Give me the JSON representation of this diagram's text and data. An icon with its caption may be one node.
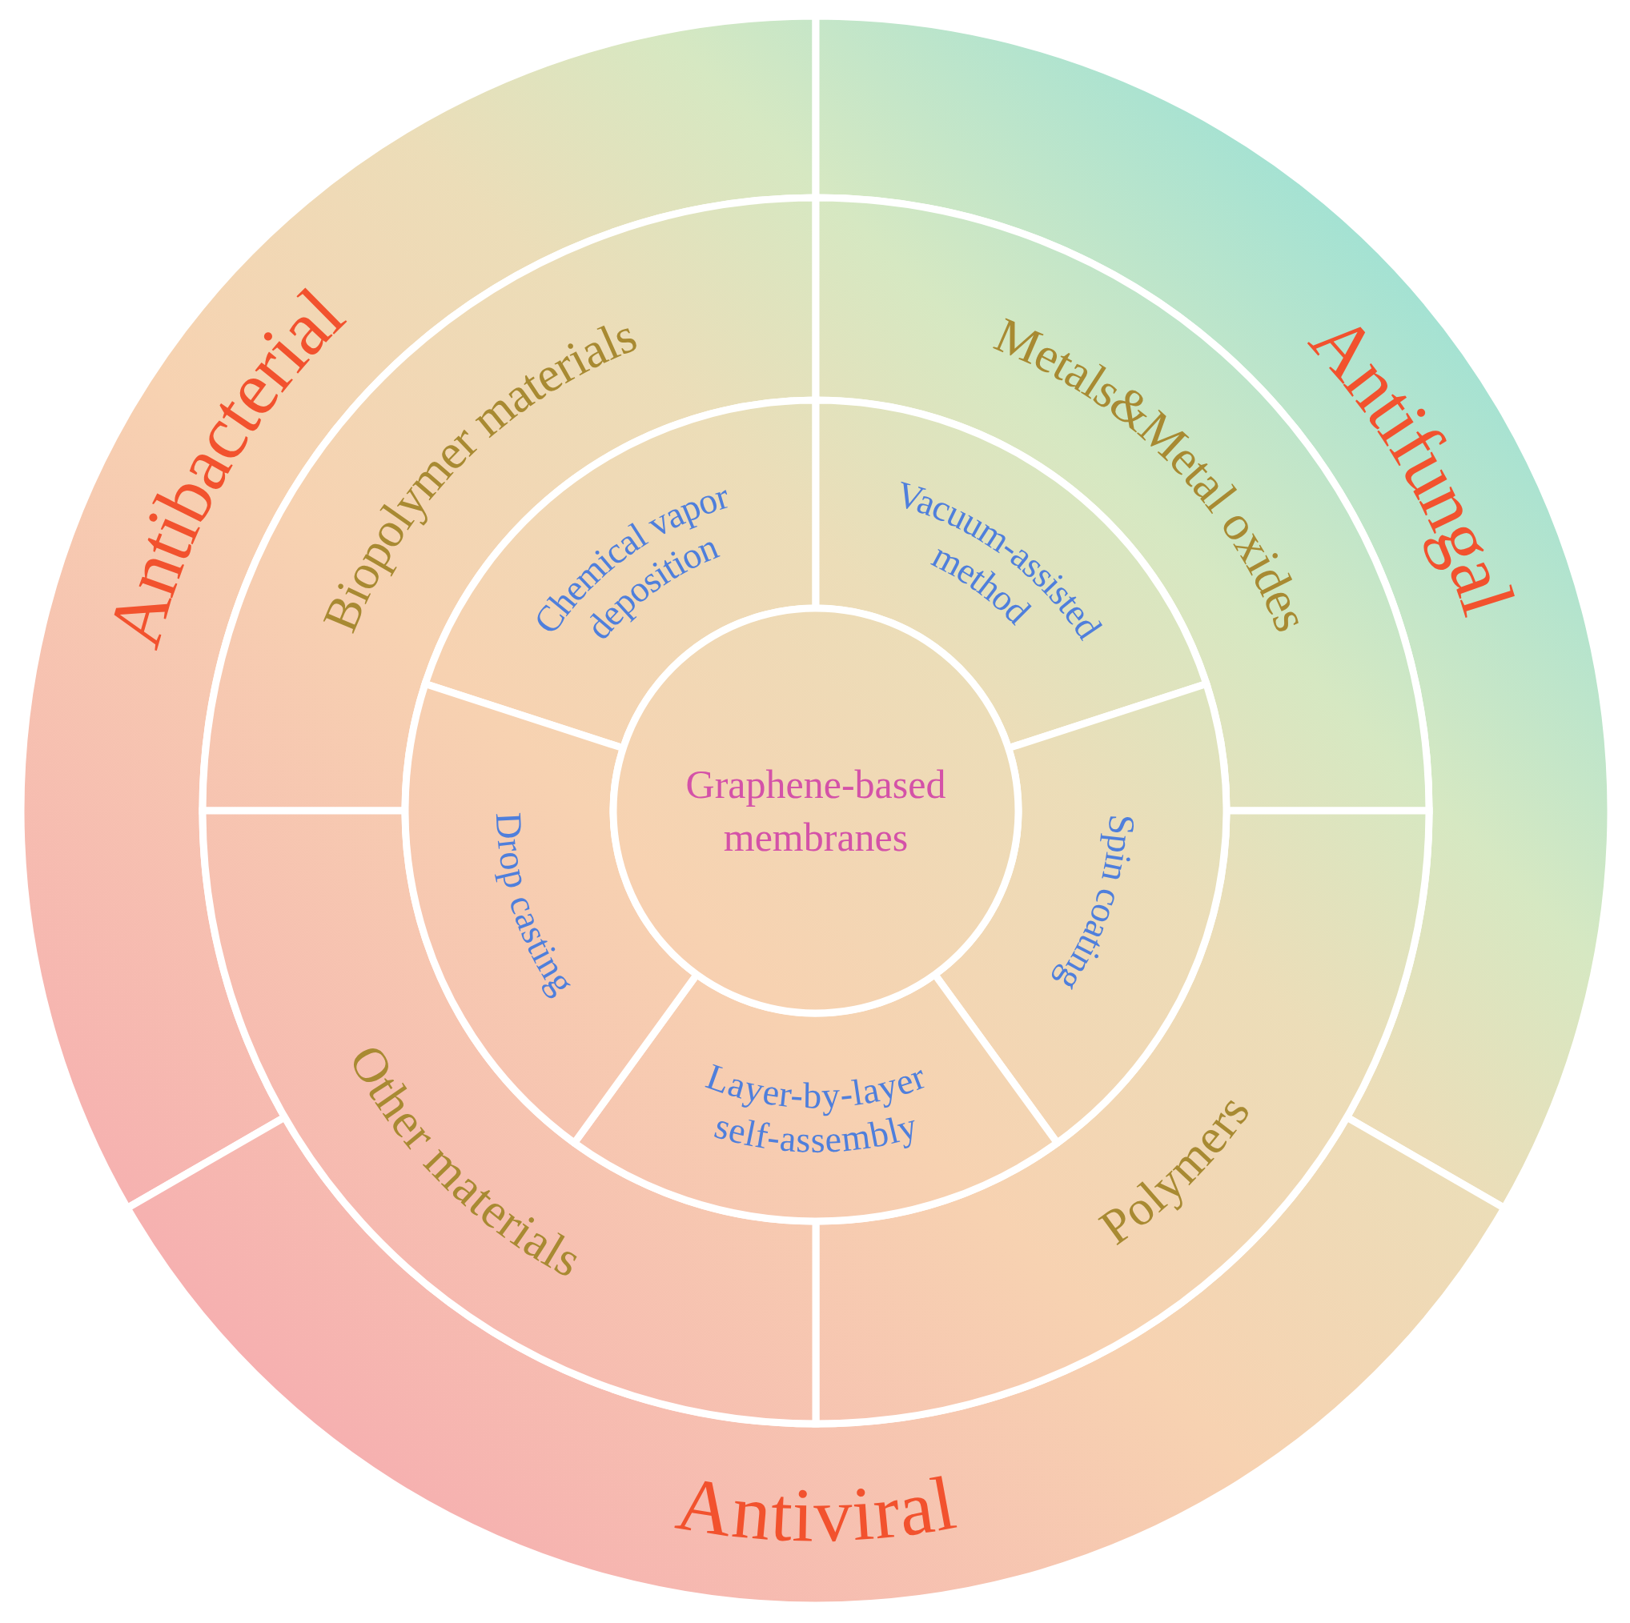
{
  "diagram": {
    "nodes": [
      {
        "text": [
          "Antibacterial"
        ]
      },
      {
        "text": [
          "Antifungal"
        ]
      },
      {
        "text": [
          "Antiviral"
        ]
      },
      {
        "text": [
          "Biopolymer materials"
        ]
      },
      {
        "text": [
          "Metals&Metal oxides"
        ]
      },
      {
        "text": [
          "Polymers"
        ]
      },
      {
        "text": [
          "Other materials"
        ]
      },
      {
        "text": [
          "Chemical vapor deposition"
        ]
      },
      {
        "text": [
          "Vacuum-assisted method"
        ]
      },
      {
        "text": [
          "Spin coating"
        ]
      },
      {
        "text": [
          "Layer-by-layer self-assembly"
        ]
      },
      {
        "text": [
          "Drop casting"
        ]
      },
      {
        "text": [
          "Graphene-based membranes"
        ]
      }
    ]
  }
}
